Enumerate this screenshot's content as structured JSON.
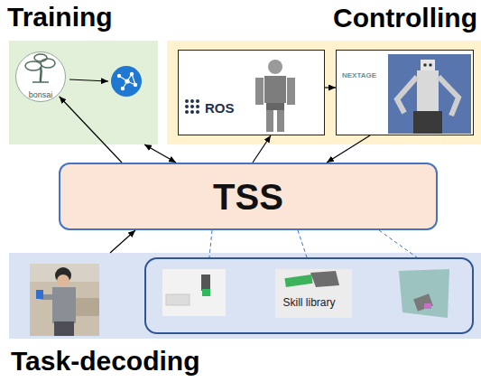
{
  "diagram": {
    "nodes": [
      {
        "text": [
          "Training"
        ]
      },
      {
        "text": [
          "bonsai"
        ],
        "in": 0
      },
      {
        "text": [
          "Controlling"
        ]
      },
      {
        "text": [
          "ROS"
        ],
        "in": 2
      },
      {
        "text": [
          "NEXTAGE"
        ],
        "in": 2
      },
      {
        "text": [
          "TSS"
        ]
      },
      {
        "text": [
          "Task-decoding"
        ]
      },
      {
        "text": [
          "Skill library"
        ],
        "in": 6
      }
    ],
    "edges": [
      {
        "from": 5,
        "to": 1,
        "arrow": "to"
      },
      {
        "from": 0,
        "to": 5,
        "arrow": "both"
      },
      {
        "from": 5,
        "to": 3,
        "arrow": "to"
      },
      {
        "from": 3,
        "to": 4,
        "arrow": "to"
      },
      {
        "from": 4,
        "to": 5,
        "arrow": "to"
      },
      {
        "from": 6,
        "to": 5,
        "arrow": "to"
      },
      {
        "from": 5,
        "to": 7,
        "arrow": "none"
      },
      {
        "from": 5,
        "to": 7,
        "arrow": "none"
      },
      {
        "from": 5,
        "to": 7,
        "arrow": "none"
      }
    ]
  }
}
